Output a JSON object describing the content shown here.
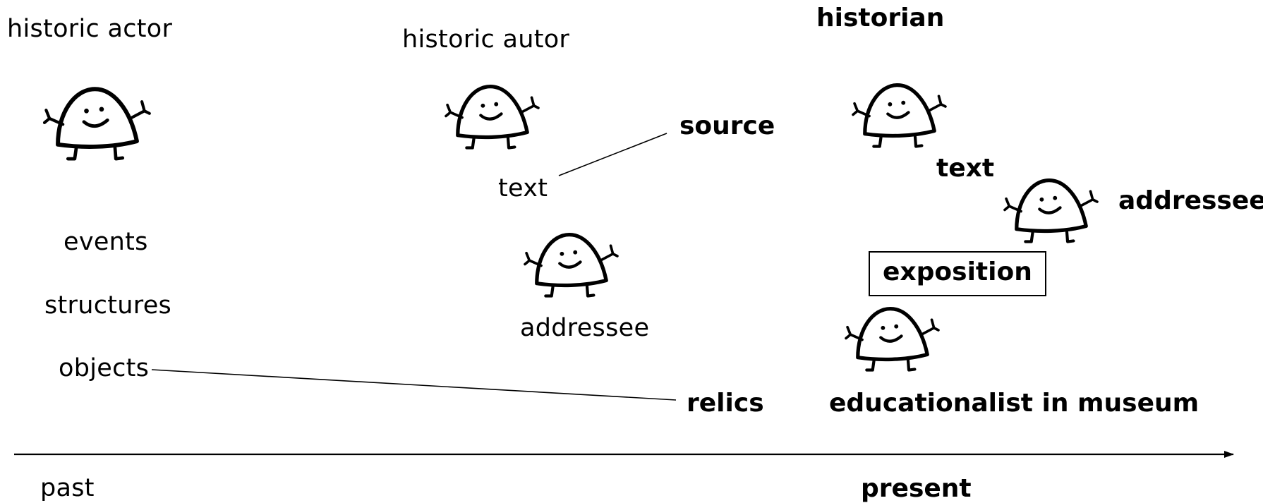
{
  "labels": {
    "historic_actor": "historic actor",
    "historic_autor": "historic autor",
    "historian": "historian",
    "source": "source",
    "text_past": "text",
    "text_present": "text",
    "addressee_past": "addressee",
    "addressee_present": "addressee",
    "events": "events",
    "structures": "structures",
    "objects": "objects",
    "relics": "relics",
    "exposition": "exposition",
    "educationalist": "educationalist in museum",
    "past": "past",
    "present": "present"
  },
  "figures": [
    {
      "name": "figure-historic-actor",
      "icon": "smiling-figure-icon"
    },
    {
      "name": "figure-historic-autor",
      "icon": "smiling-figure-icon"
    },
    {
      "name": "figure-addressee-past",
      "icon": "smiling-figure-icon"
    },
    {
      "name": "figure-historian",
      "icon": "smiling-figure-icon"
    },
    {
      "name": "figure-addressee-present",
      "icon": "smiling-figure-icon"
    },
    {
      "name": "figure-educationalist",
      "icon": "smiling-figure-icon"
    }
  ],
  "colors": {
    "ink": "#000000",
    "background": "#ffffff"
  }
}
